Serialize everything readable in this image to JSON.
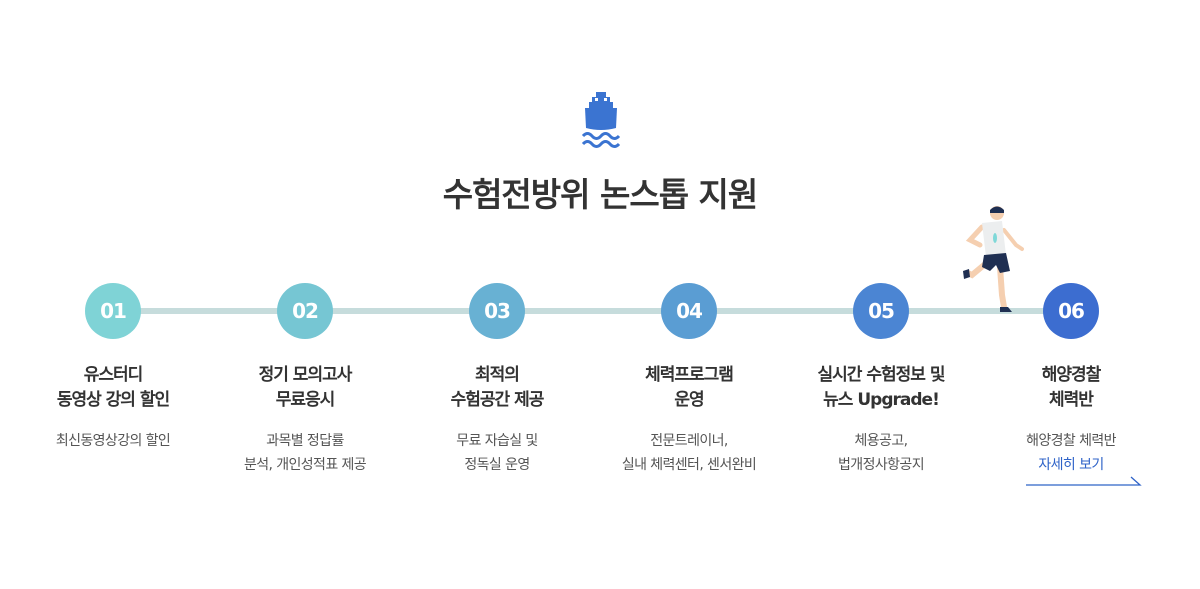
{
  "title": "수험전방위 논스톱 지원",
  "colors": {
    "track": "#c6dcdc",
    "link": "#2f63c8",
    "ship": "#3b74d1"
  },
  "steps": [
    {
      "num": "01",
      "title_lines": [
        "유스터디",
        "동영상 강의 할인"
      ],
      "desc_lines": [
        "최신동영상강의 할인"
      ],
      "color": "#7fd3d6"
    },
    {
      "num": "02",
      "title_lines": [
        "정기 모의고사",
        "무료응시"
      ],
      "desc_lines": [
        "과목별 정답률",
        "분석, 개인성적표 제공"
      ],
      "color": "#76c6d3"
    },
    {
      "num": "03",
      "title_lines": [
        "최적의",
        "수험공간 제공"
      ],
      "desc_lines": [
        "무료 자습실 및",
        "정독실 운영"
      ],
      "color": "#68b1d3"
    },
    {
      "num": "04",
      "title_lines": [
        "체력프로그램",
        "운영"
      ],
      "desc_lines": [
        "전문트레이너,",
        "실내 체력센터, 센서완비"
      ],
      "color": "#5a9dd3"
    },
    {
      "num": "05",
      "title_lines": [
        "실시간 수험정보 및",
        "뉴스 Upgrade!"
      ],
      "desc_lines": [
        "체용공고,",
        "법개정사항공지"
      ],
      "color": "#4b85d3"
    },
    {
      "num": "06",
      "title_lines": [
        "해양경찰",
        "체력반"
      ],
      "desc_lines": [
        "해양경찰 체력반"
      ],
      "link": "자세히 보기",
      "color": "#3c6dd0"
    }
  ]
}
